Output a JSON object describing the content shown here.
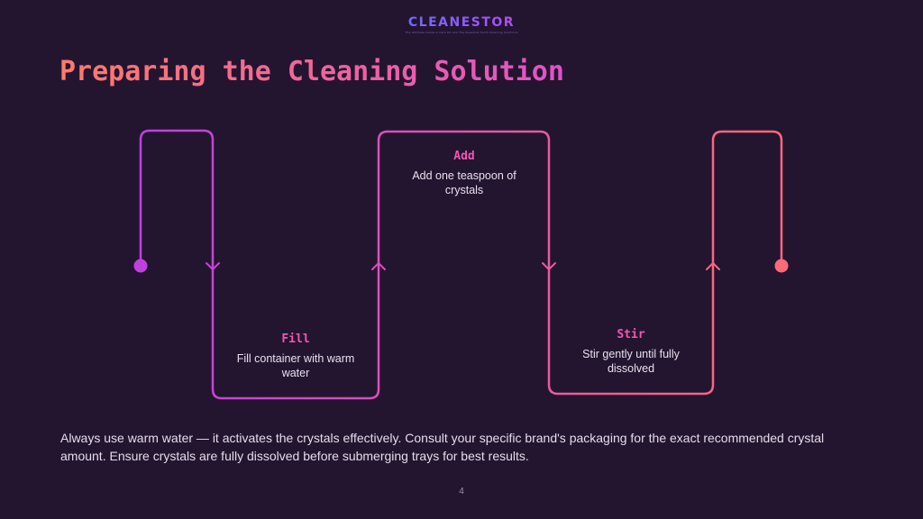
{
  "brand": {
    "name": "CLEANESTOR",
    "tagline": "The Ultimate Denture Care Kit and The Essential Tooth Cleaning Solutions"
  },
  "slide": {
    "title": "Preparing the Cleaning Solution",
    "page_number": "4",
    "note": "Always use warm water — it activates the crystals effectively. Consult your specific brand's packaging for the exact recommended crystal amount. Ensure crystals are fully dissolved before submerging trays for best results."
  },
  "steps": [
    {
      "title": "Fill",
      "description": "Fill container with warm water"
    },
    {
      "title": "Add",
      "description": "Add one teaspoon of crystals"
    },
    {
      "title": "Stir",
      "description": "Stir gently until fully dissolved"
    }
  ],
  "colors": {
    "background": "#231530",
    "gradient_start": "#c040e0",
    "gradient_end": "#ff6a78",
    "step_title": "#f056b0"
  }
}
